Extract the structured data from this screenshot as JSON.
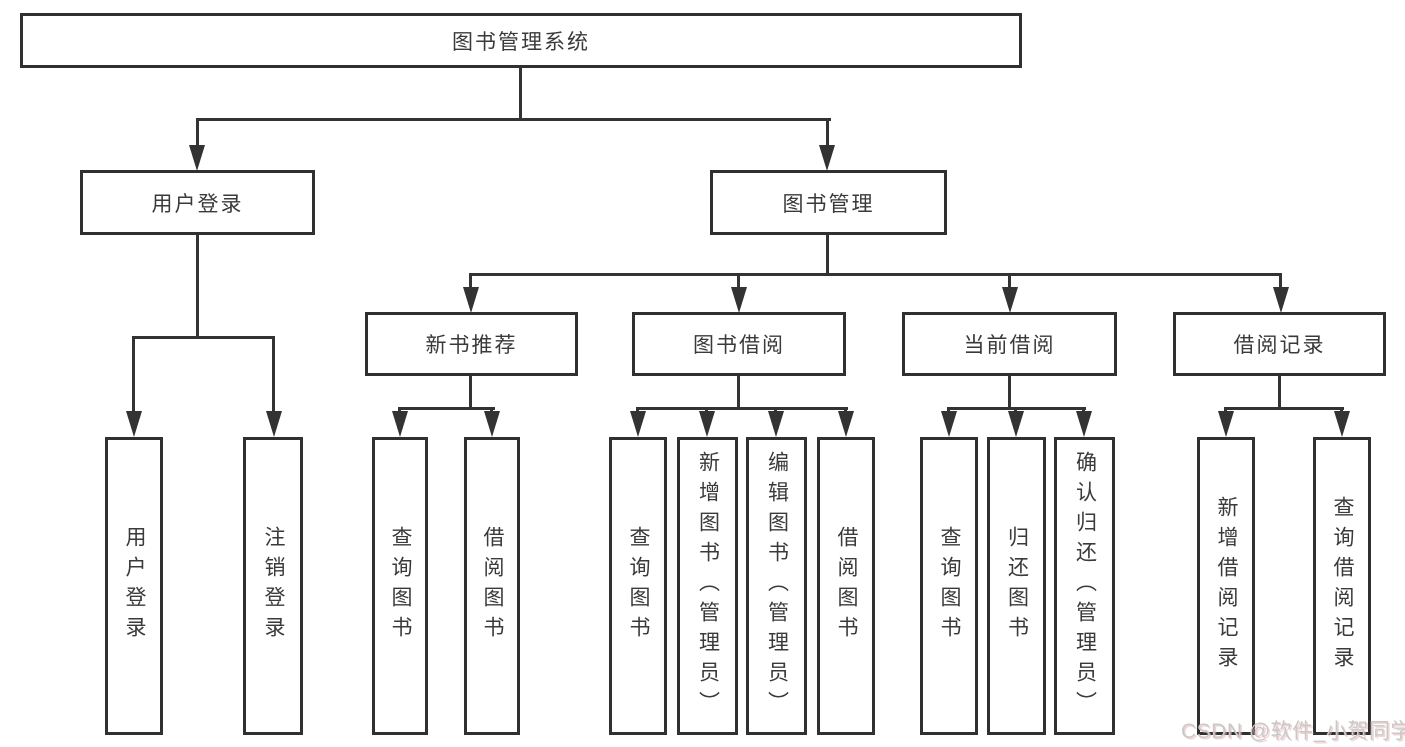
{
  "root": {
    "label": "图书管理系统"
  },
  "branches": [
    {
      "label": "用户登录",
      "leaves": [
        {
          "label": "用户登录"
        },
        {
          "label": "注销登录"
        }
      ]
    },
    {
      "label": "图书管理",
      "groups": [
        {
          "label": "新书推荐",
          "leaves": [
            {
              "label": "查询图书"
            },
            {
              "label": "借阅图书"
            }
          ]
        },
        {
          "label": "图书借阅",
          "leaves": [
            {
              "label": "查询图书"
            },
            {
              "label": "新增图书（管理员）"
            },
            {
              "label": "编辑图书（管理员）"
            },
            {
              "label": "借阅图书"
            }
          ]
        },
        {
          "label": "当前借阅",
          "leaves": [
            {
              "label": "查询图书"
            },
            {
              "label": "归还图书"
            },
            {
              "label": "确认归还（管理员）"
            }
          ]
        },
        {
          "label": "借阅记录",
          "leaves": [
            {
              "label": "新增借阅记录"
            },
            {
              "label": "查询借阅记录"
            }
          ]
        }
      ]
    }
  ],
  "watermark": {
    "text": "CSDN @软件_小贺同学"
  },
  "colors": {
    "line": "#333333",
    "box_border": "#303030",
    "text": "#3a3a3a",
    "background": "#ffffff",
    "watermark": "#c9c9c9"
  }
}
